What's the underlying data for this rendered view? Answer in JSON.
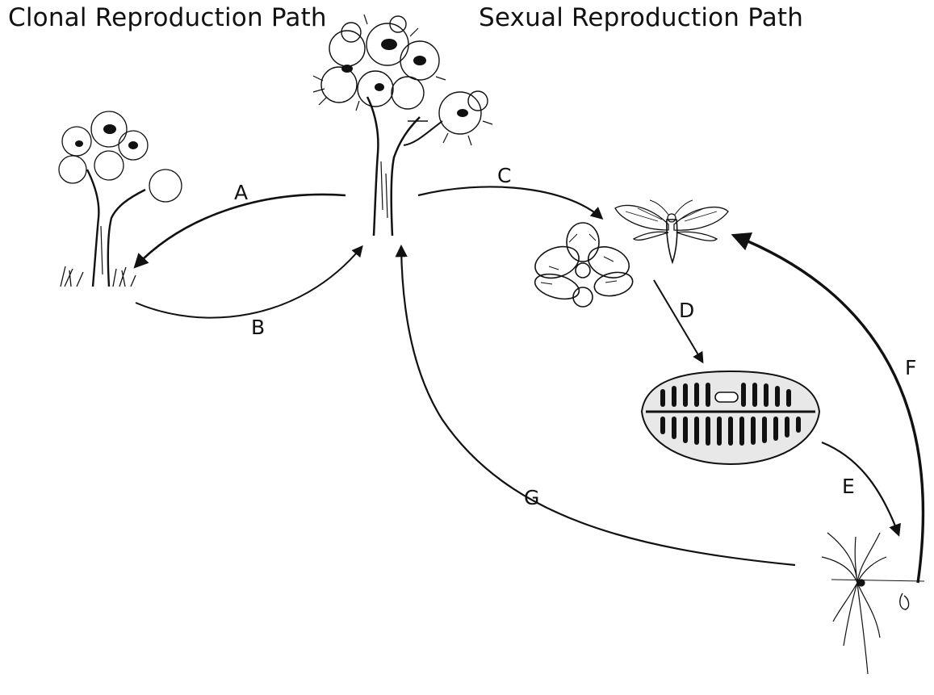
{
  "headings": {
    "clonal": "Clonal Reproduction Path",
    "sexual": "Sexual Reproduction Path"
  },
  "labels": {
    "a": "A",
    "b": "B",
    "c": "C",
    "d": "D",
    "e": "E",
    "f": "F",
    "g": "G"
  },
  "colors": {
    "ink": "#111111",
    "background": "#ffffff"
  },
  "icons": [
    "joshua-tree-icon",
    "clone-tree-icon",
    "yucca-flower-icon",
    "yucca-moth-icon",
    "seed-pod-icon",
    "seedling-icon"
  ]
}
